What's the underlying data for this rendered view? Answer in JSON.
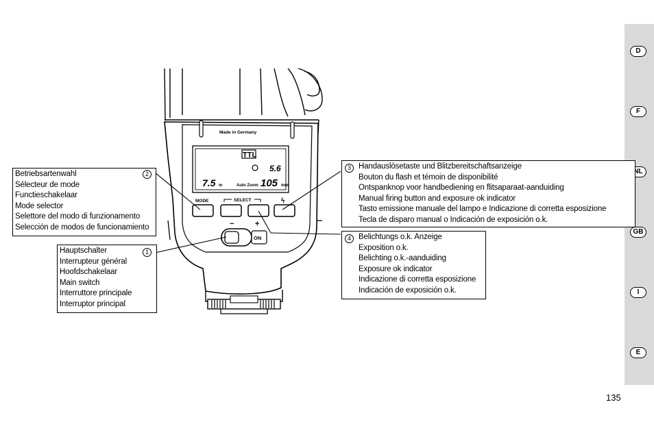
{
  "sidebar": {
    "languages": [
      "D",
      "F",
      "NL",
      "GB",
      "I",
      "E"
    ]
  },
  "page_number": "135",
  "device": {
    "made_in": "Made in Germany",
    "lcd_mode": "TTL",
    "lcd_aperture": "5.6",
    "lcd_distance": "7.5",
    "lcd_distance_unit": "m",
    "lcd_auto_zoom": "Auto Zoom",
    "lcd_focal": "105",
    "lcd_focal_unit": "mm",
    "label_mode": "MODE",
    "label_select": "SELECT",
    "label_flash": "ϟ",
    "label_minus": "−",
    "label_plus": "+",
    "label_on": "ON"
  },
  "callouts": {
    "mode_selector": {
      "number": "2",
      "lines": [
        "Betriebsartenwahl",
        "Sélecteur de mode",
        "Functieschakelaar",
        "Mode selector",
        "Selettore del modo di funzionamento",
        "Selección de modos de funcionamiento"
      ]
    },
    "main_switch": {
      "number": "1",
      "lines": [
        "Hauptschalter",
        "Interrupteur général",
        "Hoofdschakelaar",
        "Main switch",
        "Interruttore principale",
        "Interruptor principal"
      ]
    },
    "firing_button": {
      "number": "3",
      "lines": [
        "Handauslösetaste und Blitzbereitschaftsanzeige",
        "Bouton du flash et  témoin de disponibilité",
        "Ontspanknop voor handbediening en flitsaparaat-aanduiding",
        "Manual firing button and exposure ok indicator",
        "Tasto emissione manuale del lampo e Indicazione di corretta esposizione",
        "Tecla de disparo manual o Indicación de exposición o.k."
      ]
    },
    "exposure_indicator": {
      "number": "4",
      "lines": [
        "Belichtungs o.k. Anzeige",
        "Exposition o.k.",
        "Belichting o.k.-aanduiding",
        "Exposure ok indicator",
        "Indicazione di corretta esposizione",
        "Indicación de exposición o.k."
      ]
    }
  }
}
